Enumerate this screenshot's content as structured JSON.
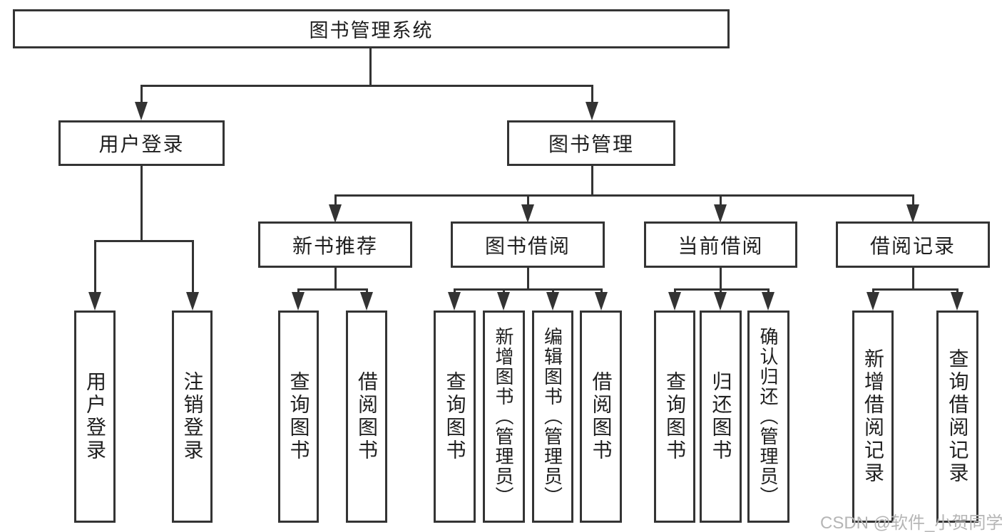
{
  "nodes": {
    "root": "图书管理系统",
    "level2": [
      {
        "label": "用户登录"
      },
      {
        "label": "图书管理"
      }
    ],
    "level3": [
      {
        "label": "新书推荐"
      },
      {
        "label": "图书借阅"
      },
      {
        "label": "当前借阅"
      },
      {
        "label": "借阅记录"
      }
    ],
    "leaves": {
      "userLogin": [
        {
          "label": "用户登录"
        },
        {
          "label": "注销登录"
        }
      ],
      "newBookRec": [
        {
          "label": "查询图书"
        },
        {
          "label": "借阅图书"
        }
      ],
      "bookBorrow": [
        {
          "label": "查询图书"
        },
        {
          "label": "新增图书（管理员）"
        },
        {
          "label": "编辑图书（管理员）"
        },
        {
          "label": "借阅图书"
        }
      ],
      "currentBorrow": [
        {
          "label": "查询图书"
        },
        {
          "label": "归还图书"
        },
        {
          "label": "确认归还（管理员）"
        }
      ],
      "borrowRecord": [
        {
          "label": "新增借阅记录"
        },
        {
          "label": "查询借阅记录"
        }
      ]
    }
  },
  "watermark": "CSDN @软件_小贺同学",
  "colors": {
    "line": "#333333",
    "border": "#343434",
    "text": "#1f1f1f",
    "watermark": "#b5b5b5",
    "background": "#ffffff"
  }
}
